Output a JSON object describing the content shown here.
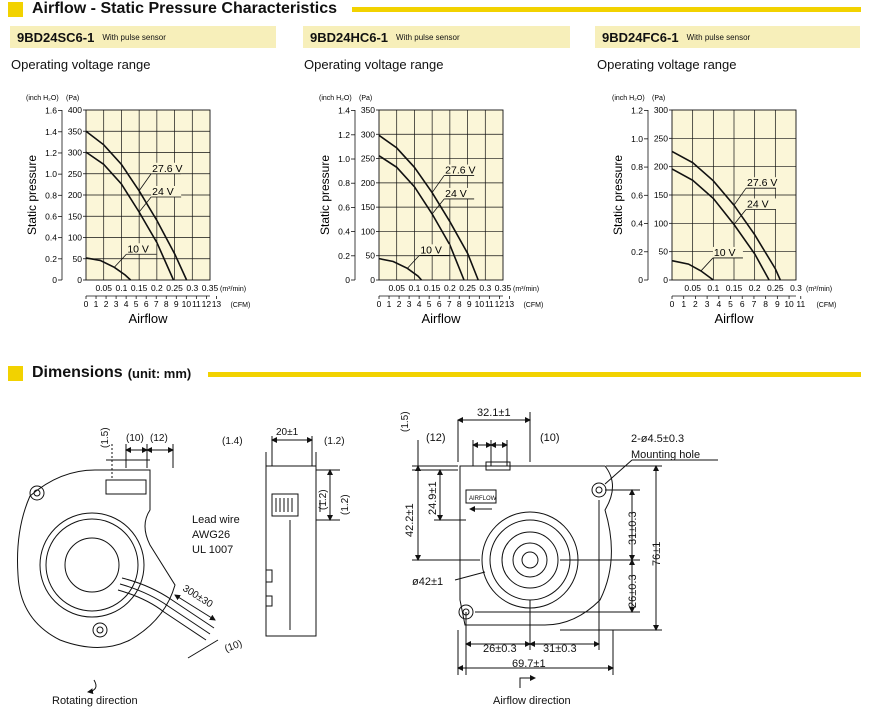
{
  "section1": {
    "title": "Airflow - Static Pressure Characteristics"
  },
  "section2": {
    "title": "Dimensions",
    "unit": "(unit: mm)"
  },
  "charts_text": {
    "operating_label": "Operating voltage range",
    "with_pulse": "With pulse sensor",
    "ylabel": "Static pressure",
    "xlabel": "Airflow",
    "inch_unit": "(inch H₂O)",
    "pa_unit": "(Pa)",
    "m3_unit": "(m³/min)",
    "cfm_unit": "(CFM)"
  },
  "chart_data": [
    {
      "type": "line",
      "model": "9BD24SC6-1",
      "xlabel": "Airflow",
      "ylabel": "Static pressure",
      "x_unit": "m³/min",
      "y_unit": "Pa",
      "xlim": [
        0,
        0.35
      ],
      "ylim": [
        0,
        400
      ],
      "x_ticks": [
        "0.05",
        "0.1",
        "0.15",
        "0.2",
        "0.25",
        "0.3",
        "0.35"
      ],
      "cfm_ticks": [
        "0",
        "1",
        "2",
        "3",
        "4",
        "5",
        "6",
        "7",
        "8",
        "9",
        "10",
        "11",
        "12",
        "13"
      ],
      "pa_ticks": [
        "0",
        "50",
        "100",
        "150",
        "200",
        "250",
        "300",
        "350",
        "400"
      ],
      "inch_ticks": [
        "0",
        "0.2",
        "0.4",
        "0.6",
        "0.8",
        "1.0",
        "1.2",
        "1.4",
        "1.6"
      ],
      "pa_per_inch": 249.1,
      "cfm_per_m3": 35.31,
      "series": [
        {
          "name": "27.6 V",
          "points": [
            [
              0,
              350
            ],
            [
              0.05,
              318
            ],
            [
              0.1,
              272
            ],
            [
              0.15,
              210
            ],
            [
              0.2,
              140
            ],
            [
              0.25,
              62
            ],
            [
              0.284,
              0
            ]
          ]
        },
        {
          "name": "24 V",
          "points": [
            [
              0,
              301
            ],
            [
              0.05,
              272
            ],
            [
              0.1,
              226
            ],
            [
              0.15,
              160
            ],
            [
              0.2,
              88
            ],
            [
              0.247,
              0
            ]
          ]
        },
        {
          "name": "10 V",
          "points": [
            [
              0,
              52
            ],
            [
              0.04,
              46
            ],
            [
              0.08,
              30
            ],
            [
              0.11,
              12
            ],
            [
              0.126,
              0
            ]
          ]
        }
      ]
    },
    {
      "type": "line",
      "model": "9BD24HC6-1",
      "xlabel": "Airflow",
      "ylabel": "Static pressure",
      "x_unit": "m³/min",
      "y_unit": "Pa",
      "xlim": [
        0,
        0.35
      ],
      "ylim": [
        0,
        350
      ],
      "x_ticks": [
        "0.05",
        "0.1",
        "0.15",
        "0.2",
        "0.25",
        "0.3",
        "0.35"
      ],
      "cfm_ticks": [
        "0",
        "1",
        "2",
        "3",
        "4",
        "5",
        "6",
        "7",
        "8",
        "9",
        "10",
        "11",
        "12",
        "13"
      ],
      "pa_ticks": [
        "0",
        "50",
        "100",
        "150",
        "200",
        "250",
        "300",
        "350"
      ],
      "inch_ticks": [
        "0",
        "0.2",
        "0.4",
        "0.6",
        "0.8",
        "1.0",
        "1.2",
        "1.4"
      ],
      "pa_per_inch": 249.1,
      "cfm_per_m3": 35.31,
      "series": [
        {
          "name": "27.6 V",
          "points": [
            [
              0,
              298
            ],
            [
              0.05,
              272
            ],
            [
              0.1,
              232
            ],
            [
              0.15,
              180
            ],
            [
              0.2,
              120
            ],
            [
              0.25,
              55
            ],
            [
              0.28,
              0
            ]
          ]
        },
        {
          "name": "24 V",
          "points": [
            [
              0,
              256
            ],
            [
              0.05,
              232
            ],
            [
              0.1,
              192
            ],
            [
              0.15,
              136
            ],
            [
              0.2,
              72
            ],
            [
              0.24,
              0
            ]
          ]
        },
        {
          "name": "10 V",
          "points": [
            [
              0,
              44
            ],
            [
              0.04,
              38
            ],
            [
              0.08,
              24
            ],
            [
              0.11,
              8
            ],
            [
              0.12,
              0
            ]
          ]
        }
      ]
    },
    {
      "type": "line",
      "model": "9BD24FC6-1",
      "xlabel": "Airflow",
      "ylabel": "Static pressure",
      "x_unit": "m³/min",
      "y_unit": "Pa",
      "xlim": [
        0,
        0.3
      ],
      "ylim": [
        0,
        300
      ],
      "x_ticks": [
        "0.05",
        "0.1",
        "0.15",
        "0.2",
        "0.25",
        "0.3"
      ],
      "cfm_ticks": [
        "0",
        "1",
        "2",
        "3",
        "4",
        "5",
        "6",
        "7",
        "8",
        "9",
        "10",
        "11"
      ],
      "pa_ticks": [
        "0",
        "50",
        "100",
        "150",
        "200",
        "250",
        "300"
      ],
      "inch_ticks": [
        "0",
        "0.2",
        "0.4",
        "0.6",
        "0.8",
        "1.0",
        "1.2"
      ],
      "pa_per_inch": 249.1,
      "cfm_per_m3": 35.31,
      "series": [
        {
          "name": "27.6 V",
          "points": [
            [
              0,
              227
            ],
            [
              0.05,
              207
            ],
            [
              0.1,
              175
            ],
            [
              0.15,
              132
            ],
            [
              0.2,
              80
            ],
            [
              0.25,
              20
            ],
            [
              0.262,
              0
            ]
          ]
        },
        {
          "name": "24 V",
          "points": [
            [
              0,
              196
            ],
            [
              0.05,
              176
            ],
            [
              0.1,
              144
            ],
            [
              0.15,
              98
            ],
            [
              0.2,
              46
            ],
            [
              0.235,
              0
            ]
          ]
        },
        {
          "name": "10 V",
          "points": [
            [
              0,
              34
            ],
            [
              0.04,
              28
            ],
            [
              0.07,
              16
            ],
            [
              0.1,
              0
            ]
          ]
        }
      ]
    }
  ],
  "dimensions": {
    "left_view": {
      "d15": "(1.5)",
      "d10": "(10)",
      "d12": "(12)",
      "lead1": "Lead wire",
      "lead2": "AWG26",
      "lead3": "UL 1007",
      "d300": "300±30",
      "d10b": "(10)",
      "rotating": "Rotating direction"
    },
    "side_view": {
      "d20": "20±1",
      "d14": "(1.4)",
      "d12b": "(1.2)",
      "d12c": "(1.2)",
      "d12d": "(1.2)"
    },
    "right_view": {
      "d15": "(1.5)",
      "d321": "32.1±1",
      "d12": "(12)",
      "d10": "(10)",
      "hole": "2-ø4.5±0.3",
      "hole_label": "Mounting hole",
      "d422": "42.2±1",
      "d249": "24.9±1",
      "d42": "ø42±1",
      "d31v": "31±0.3",
      "d26v": "26±0.3",
      "d76": "76±1",
      "d26h": "26±0.3",
      "d31h": "31±0.3",
      "d697": "69.7±1",
      "airflow_tag": "AIRFLOW",
      "airflow": "Airflow direction"
    }
  }
}
